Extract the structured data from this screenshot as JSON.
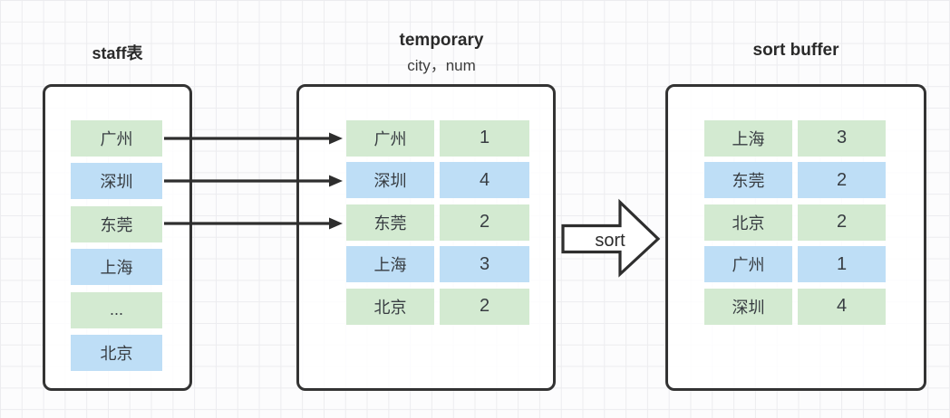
{
  "colors": {
    "green": "#d3ead1",
    "blue": "#bedef6",
    "outline": "#2e2e2e",
    "cell_text": "#383d42"
  },
  "staff_table": {
    "title": "staff表",
    "rows": [
      {
        "city": "广州",
        "color": "green"
      },
      {
        "city": "深圳",
        "color": "blue"
      },
      {
        "city": "东莞",
        "color": "green"
      },
      {
        "city": "上海",
        "color": "blue"
      },
      {
        "city": "...",
        "color": "green"
      },
      {
        "city": "北京",
        "color": "blue"
      }
    ]
  },
  "temporary_table": {
    "title": "temporary",
    "subtitle": "city，num",
    "rows": [
      {
        "city": "广州",
        "num": "1",
        "color": "green"
      },
      {
        "city": "深圳",
        "num": "4",
        "color": "blue"
      },
      {
        "city": "东莞",
        "num": "2",
        "color": "green"
      },
      {
        "city": "上海",
        "num": "3",
        "color": "blue"
      },
      {
        "city": "北京",
        "num": "2",
        "color": "green"
      }
    ]
  },
  "sort_buffer_table": {
    "title": "sort buffer",
    "rows": [
      {
        "city": "上海",
        "num": "3",
        "color": "green"
      },
      {
        "city": "东莞",
        "num": "2",
        "color": "blue"
      },
      {
        "city": "北京",
        "num": "2",
        "color": "green"
      },
      {
        "city": "广州",
        "num": "1",
        "color": "blue"
      },
      {
        "city": "深圳",
        "num": "4",
        "color": "green"
      }
    ]
  },
  "sort_arrow": {
    "label": "sort"
  }
}
